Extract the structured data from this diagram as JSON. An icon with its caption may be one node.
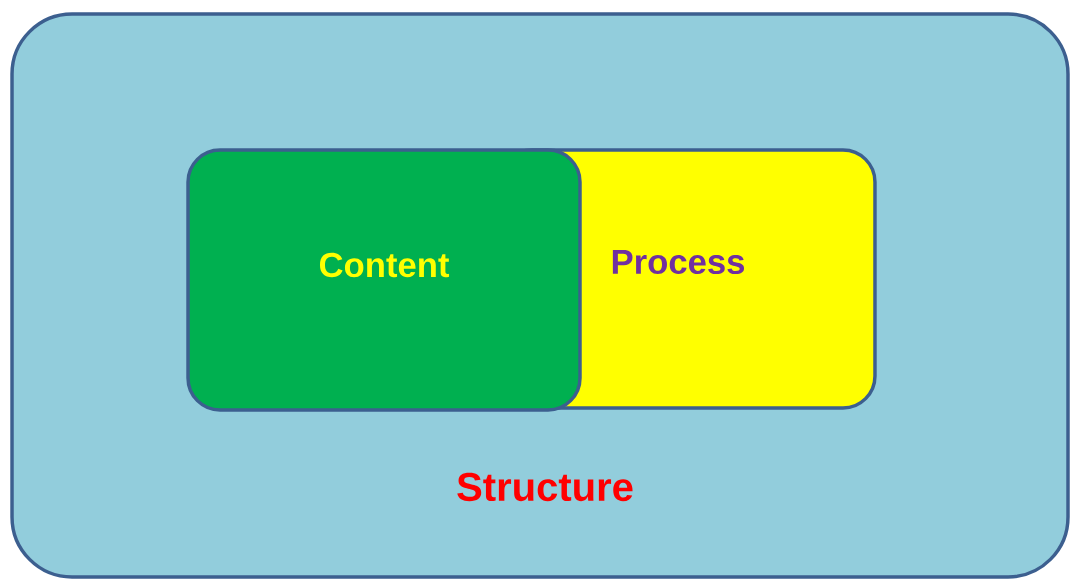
{
  "diagram": {
    "nodes": [
      {
        "text": [
          "Structure"
        ]
      },
      {
        "text": [
          "Content"
        ],
        "in": 0
      },
      {
        "text": [
          "Process"
        ],
        "in": 0
      }
    ]
  }
}
